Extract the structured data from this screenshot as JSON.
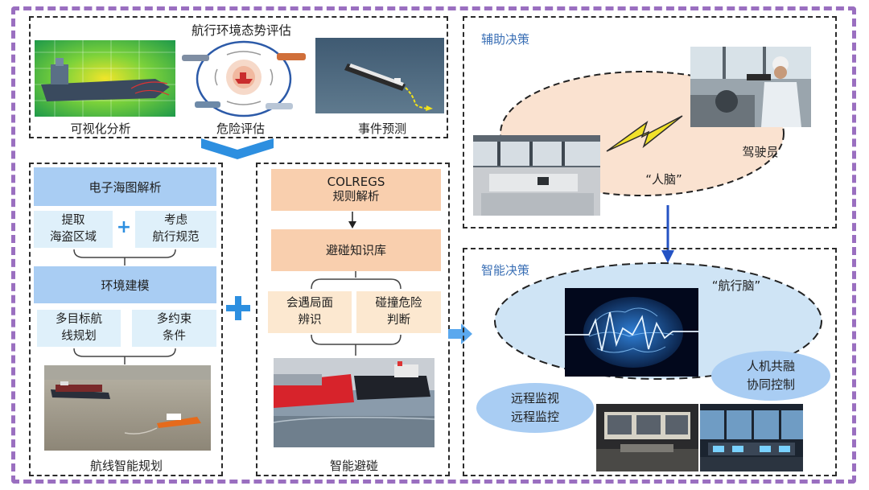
{
  "top_section": {
    "title": "航行环境态势评估",
    "items": [
      {
        "label": "可视化分析"
      },
      {
        "label": "危险评估"
      },
      {
        "label": "事件预测"
      }
    ]
  },
  "route_planning": {
    "chart_parse": "电子海图解析",
    "extract": "提取\n海盗区域",
    "consider": "考虑\n航行规范",
    "plus": "+",
    "env_model": "环境建模",
    "multi_target": "多目标航\n线规划",
    "multi_constraint": "多约束\n条件",
    "caption": "航线智能规划"
  },
  "collision": {
    "colregs_line1": "COLREGS",
    "colregs_line2": "规则解析",
    "knowledge": "避碰知识库",
    "encounter": "会遇局面\n辨识",
    "risk": "碰撞危险\n判断",
    "caption": "智能避碰"
  },
  "big_plus": "+",
  "assist": {
    "title": "辅助决策",
    "brain": "“人脑”",
    "pilot": "驾驶员"
  },
  "smart": {
    "title": "智能决策",
    "brain": "“航行脑”",
    "remote": "远程监视\n远程监控",
    "coop": "人机共融\n协同控制"
  }
}
